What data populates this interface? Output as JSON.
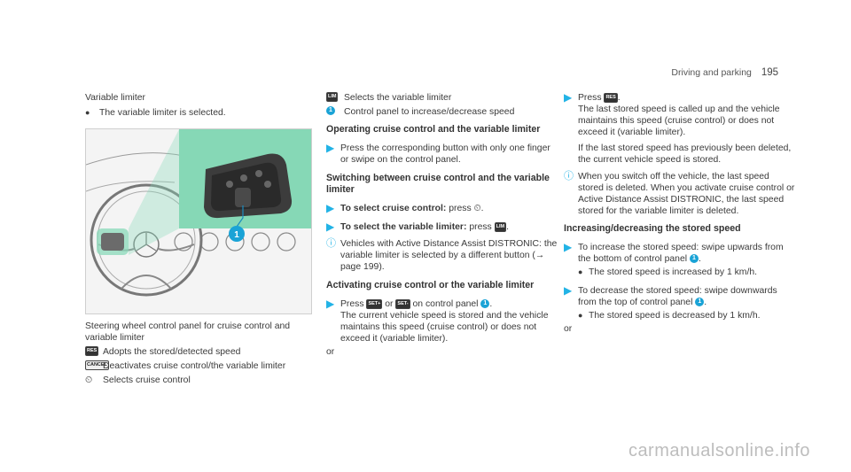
{
  "header": {
    "section": "Driving and parking",
    "page": "195"
  },
  "left": {
    "title": "Variable limiter",
    "bullet": "The variable limiter is selected.",
    "figure_caption": "Steering wheel control panel for cruise control and variable limiter",
    "figure_callout": "1",
    "legend": [
      {
        "key": "RES",
        "text": "Adopts the stored/detected speed"
      },
      {
        "key": "CANCEL",
        "text": "Deactivates cruise control/the variable limiter"
      },
      {
        "key": "speedometer-icon",
        "text": "Selects cruise control"
      }
    ]
  },
  "middle": {
    "legend": [
      {
        "key": "LIM",
        "text": "Selects the variable limiter"
      },
      {
        "key": "1",
        "text": "Control panel to increase/decrease speed"
      }
    ],
    "op_title": "Operating cruise control and the variable limiter",
    "op_step": "Press the corresponding button with only one finger or swipe on the control panel.",
    "switch_title": "Switching between cruise control and the variable limiter",
    "switch_steps": [
      {
        "bold": "To select cruise control:",
        "text": " press ",
        "key": "speedometer-icon",
        "after": "."
      },
      {
        "bold": "To select the variable limiter:",
        "text": " press ",
        "key": "LIM",
        "after": "."
      }
    ],
    "switch_note": "Vehicles with Active Distance Assist DISTRONIC: the variable limiter is selected by a different button (→ page 199).",
    "act_title": "Activating cruise control or the variable limiter",
    "act_step_press": "Press",
    "act_key1": "SET+",
    "act_or": "or",
    "act_key2": "SET-",
    "act_step_tail": "on control panel",
    "act_step_badge": "1",
    "act_step_body": "The current vehicle speed is stored and the vehicle maintains this speed (cruise control) or does not exceed it (variable limiter).",
    "or_label": "or"
  },
  "right": {
    "press_label": "Press",
    "press_key": "RES",
    "press_body": "The last stored speed is called up and the vehicle maintains this speed (cruise control) or does not exceed it (variable limiter).",
    "press_body2": "If the last stored speed has previously been deleted, the current vehicle speed is stored.",
    "note": "When you switch off the vehicle, the last speed stored is deleted. When you activate cruise control or Active Distance Assist DISTRONIC, the last speed stored for the variable limiter is deleted.",
    "inc_title": "Increasing/decreasing the stored speed",
    "inc_step": "To increase the stored speed: swipe upwards from the bottom of control panel",
    "inc_badge": "1",
    "inc_sub": "The stored speed is increased by 1 km/h.",
    "dec_step": "To decrease the stored speed: swipe downwards from the top of control panel",
    "dec_badge": "1",
    "dec_sub": "The stored speed is decreased by 1 km/h.",
    "or_label": "or"
  },
  "watermark": "carmanualsonline.info",
  "colors": {
    "accent": "#22b3e6",
    "highlight_green": "#7fd6b3"
  }
}
